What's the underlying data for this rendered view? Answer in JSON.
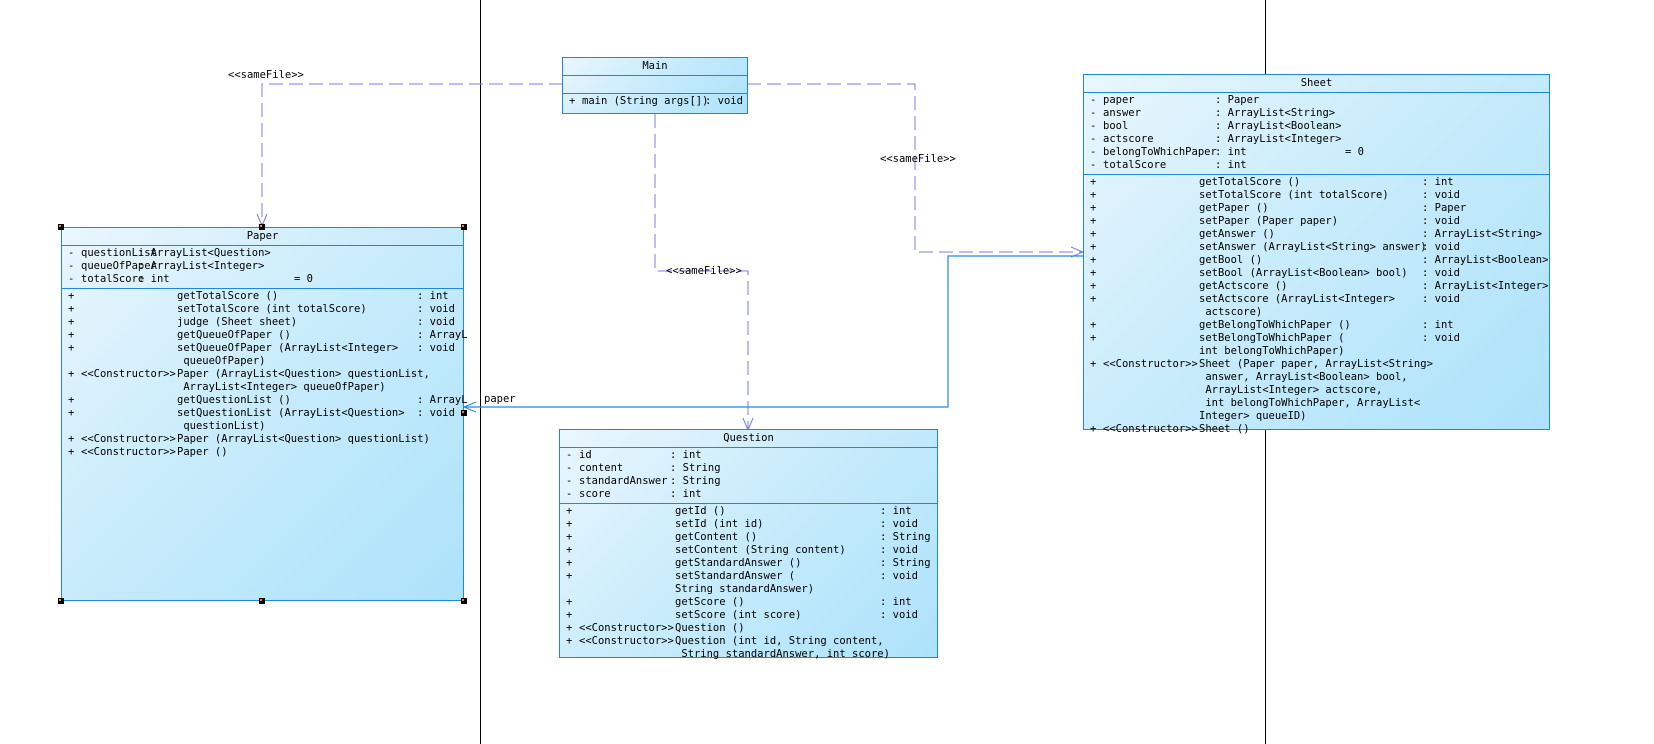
{
  "colors": {
    "border": "#1f86e6",
    "dependency": "#7b7bef",
    "association": "#1f86e6",
    "fill_light": "#eaf6fd",
    "fill_dark": "#ade2fb"
  },
  "relations": [
    {
      "from": "Main",
      "to": "Paper",
      "type": "dependency",
      "label": "<<sameFile>>"
    },
    {
      "from": "Main",
      "to": "Sheet",
      "type": "dependency",
      "label": "<<sameFile>>"
    },
    {
      "from": "Main",
      "to": "Question",
      "type": "dependency",
      "label": "<<sameFile>>"
    },
    {
      "from": "Sheet",
      "to": "Paper",
      "type": "association",
      "label": "paper"
    }
  ],
  "classes": {
    "main": {
      "name": "Main",
      "attributes": [],
      "operations": [
        {
          "vis": "+",
          "stereo": "",
          "sig": "main (String args[])",
          "ret": ": void"
        }
      ]
    },
    "paper": {
      "name": "Paper",
      "attributes": [
        {
          "vis": "-",
          "name": "questionList",
          "type": ": ArrayList<Question>",
          "init": ""
        },
        {
          "vis": "-",
          "name": "queueOfPaper",
          "type": ": ArrayList<Integer>",
          "init": ""
        },
        {
          "vis": "-",
          "name": "totalScore",
          "type": ": int",
          "init": "= 0"
        }
      ],
      "operations": [
        {
          "vis": "+",
          "stereo": "",
          "sig": "getTotalScore ()",
          "ret": ": int"
        },
        {
          "vis": "+",
          "stereo": "",
          "sig": "setTotalScore (int totalScore)",
          "ret": ": void"
        },
        {
          "vis": "+",
          "stereo": "",
          "sig": "judge (Sheet sheet)",
          "ret": ": void"
        },
        {
          "vis": "+",
          "stereo": "",
          "sig": "getQueueOfPaper ()",
          "ret": ": ArrayL"
        },
        {
          "vis": "+",
          "stereo": "",
          "sig": "setQueueOfPaper (ArrayList<Integer>\n queueOfPaper)",
          "ret": ": void"
        },
        {
          "vis": "+",
          "stereo": "<<Constructor>>",
          "sig": "Paper (ArrayList<Question> questionList,\n ArrayList<Integer> queueOfPaper)",
          "ret": ""
        },
        {
          "vis": "+",
          "stereo": "",
          "sig": "getQuestionList ()",
          "ret": ": ArrayL"
        },
        {
          "vis": "+",
          "stereo": "",
          "sig": "setQuestionList (ArrayList<Question>\n questionList)",
          "ret": ": void"
        },
        {
          "vis": "+",
          "stereo": "<<Constructor>>",
          "sig": "Paper (ArrayList<Question> questionList)",
          "ret": ""
        },
        {
          "vis": "+",
          "stereo": "<<Constructor>>",
          "sig": "Paper ()",
          "ret": ""
        }
      ]
    },
    "question": {
      "name": "Question",
      "attributes": [
        {
          "vis": "-",
          "name": "id",
          "type": ": int",
          "init": ""
        },
        {
          "vis": "-",
          "name": "content",
          "type": ": String",
          "init": ""
        },
        {
          "vis": "-",
          "name": "standardAnswer",
          "type": ": String",
          "init": ""
        },
        {
          "vis": "-",
          "name": "score",
          "type": ": int",
          "init": ""
        }
      ],
      "operations": [
        {
          "vis": "+",
          "stereo": "",
          "sig": "getId ()",
          "ret": ": int"
        },
        {
          "vis": "+",
          "stereo": "",
          "sig": "setId (int id)",
          "ret": ": void"
        },
        {
          "vis": "+",
          "stereo": "",
          "sig": "getContent ()",
          "ret": ": String"
        },
        {
          "vis": "+",
          "stereo": "",
          "sig": "setContent (String content)",
          "ret": ": void"
        },
        {
          "vis": "+",
          "stereo": "",
          "sig": "getStandardAnswer ()",
          "ret": ": String"
        },
        {
          "vis": "+",
          "stereo": "",
          "sig": "setStandardAnswer (\nString standardAnswer)",
          "ret": ": void"
        },
        {
          "vis": "+",
          "stereo": "",
          "sig": "getScore ()",
          "ret": ": int"
        },
        {
          "vis": "+",
          "stereo": "",
          "sig": "setScore (int score)",
          "ret": ": void"
        },
        {
          "vis": "+",
          "stereo": "<<Constructor>>",
          "sig": "Question ()",
          "ret": ""
        },
        {
          "vis": "+",
          "stereo": "<<Constructor>>",
          "sig": "Question (int id, String content,\n String standardAnswer, int score)",
          "ret": ""
        }
      ]
    },
    "sheet": {
      "name": "Sheet",
      "attributes": [
        {
          "vis": "-",
          "name": "paper",
          "type": ": Paper",
          "init": ""
        },
        {
          "vis": "-",
          "name": "answer",
          "type": ": ArrayList<String>",
          "init": ""
        },
        {
          "vis": "-",
          "name": "bool",
          "type": ": ArrayList<Boolean>",
          "init": ""
        },
        {
          "vis": "-",
          "name": "actscore",
          "type": ": ArrayList<Integer>",
          "init": ""
        },
        {
          "vis": "-",
          "name": "belongToWhichPaper",
          "type": ": int",
          "init": "= 0"
        },
        {
          "vis": "-",
          "name": "totalScore",
          "type": ": int",
          "init": ""
        }
      ],
      "operations": [
        {
          "vis": "+",
          "stereo": "",
          "sig": "getTotalScore ()",
          "ret": ": int"
        },
        {
          "vis": "+",
          "stereo": "",
          "sig": "setTotalScore (int totalScore)",
          "ret": ": void"
        },
        {
          "vis": "+",
          "stereo": "",
          "sig": "getPaper ()",
          "ret": ": Paper"
        },
        {
          "vis": "+",
          "stereo": "",
          "sig": "setPaper (Paper paper)",
          "ret": ": void"
        },
        {
          "vis": "+",
          "stereo": "",
          "sig": "getAnswer ()",
          "ret": ": ArrayList<String>"
        },
        {
          "vis": "+",
          "stereo": "",
          "sig": "setAnswer (ArrayList<String> answer)",
          "ret": ": void"
        },
        {
          "vis": "+",
          "stereo": "",
          "sig": "getBool ()",
          "ret": ": ArrayList<Boolean>"
        },
        {
          "vis": "+",
          "stereo": "",
          "sig": "setBool (ArrayList<Boolean> bool)",
          "ret": ": void"
        },
        {
          "vis": "+",
          "stereo": "",
          "sig": "getActscore ()",
          "ret": ": ArrayList<Integer>"
        },
        {
          "vis": "+",
          "stereo": "",
          "sig": "setActscore (ArrayList<Integer>\n actscore)",
          "ret": ": void"
        },
        {
          "vis": "+",
          "stereo": "",
          "sig": "getBelongToWhichPaper ()",
          "ret": ": int"
        },
        {
          "vis": "+",
          "stereo": "",
          "sig": "setBelongToWhichPaper (\nint belongToWhichPaper)",
          "ret": ": void"
        },
        {
          "vis": "+",
          "stereo": "<<Constructor>>",
          "sig": "Sheet (Paper paper, ArrayList<String>\n answer, ArrayList<Boolean> bool,\n ArrayList<Integer> actscore,\n int belongToWhichPaper, ArrayList<\nInteger> queueID)",
          "ret": ""
        },
        {
          "vis": "+",
          "stereo": "<<Constructor>>",
          "sig": "Sheet ()",
          "ret": ""
        }
      ]
    }
  }
}
